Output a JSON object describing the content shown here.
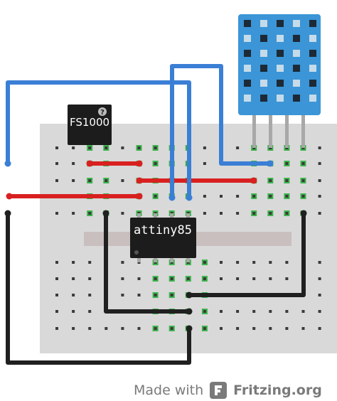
{
  "components": {
    "microcontroller_label": "attiny85",
    "transmitter_label": "FS1000",
    "transmitter_help_glyph": "?"
  },
  "footer": {
    "made_with": "Made with",
    "brand": "Fritzing.org",
    "logo_icon": "fritzing-logo-icon"
  },
  "colors": {
    "breadboard": "#d9d9d9",
    "breadboard_channel": "#c9bfbf",
    "hole": "#3a3a3a",
    "hole_connected": "#3bb34a",
    "wire_blue": "#3a7fd5",
    "wire_red": "#d92020",
    "wire_black": "#202020",
    "chip": "#1c1c1c",
    "sensor_body": "#3b95d6",
    "sensor_pin": "#a8a8a8"
  }
}
